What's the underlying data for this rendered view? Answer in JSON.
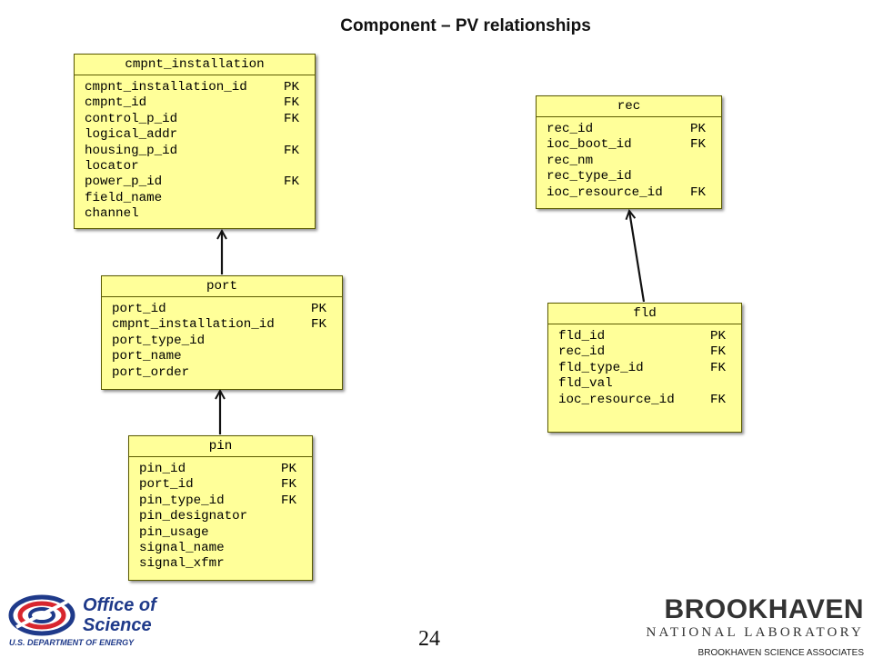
{
  "title": "Component – PV relationships",
  "entities": {
    "cmpnt_installation": {
      "name": "cmpnt_installation",
      "fields": [
        {
          "name": "cmpnt_installation_id",
          "key": "PK"
        },
        {
          "name": "cmpnt_id",
          "key": "FK"
        },
        {
          "name": "control_p_id",
          "key": "FK"
        },
        {
          "name": "logical_addr",
          "key": ""
        },
        {
          "name": "housing_p_id",
          "key": "FK"
        },
        {
          "name": "locator",
          "key": ""
        },
        {
          "name": "power_p_id",
          "key": "FK"
        },
        {
          "name": "field_name",
          "key": ""
        },
        {
          "name": "channel",
          "key": ""
        }
      ]
    },
    "port": {
      "name": "port",
      "fields": [
        {
          "name": "port_id",
          "key": "PK"
        },
        {
          "name": "cmpnt_installation_id",
          "key": "FK"
        },
        {
          "name": "port_type_id",
          "key": ""
        },
        {
          "name": "port_name",
          "key": ""
        },
        {
          "name": "port_order",
          "key": ""
        }
      ]
    },
    "pin": {
      "name": "pin",
      "fields": [
        {
          "name": "pin_id",
          "key": "PK"
        },
        {
          "name": "port_id",
          "key": "FK"
        },
        {
          "name": "pin_type_id",
          "key": "FK"
        },
        {
          "name": "pin_designator",
          "key": ""
        },
        {
          "name": "pin_usage",
          "key": ""
        },
        {
          "name": "signal_name",
          "key": ""
        },
        {
          "name": "signal_xfmr",
          "key": ""
        }
      ]
    },
    "rec": {
      "name": "rec",
      "fields": [
        {
          "name": "rec_id",
          "key": "PK"
        },
        {
          "name": "ioc_boot_id",
          "key": "FK"
        },
        {
          "name": "rec_nm",
          "key": ""
        },
        {
          "name": "rec_type_id",
          "key": ""
        },
        {
          "name": "ioc_resource_id",
          "key": "FK"
        }
      ]
    },
    "fld": {
      "name": "fld",
      "fields": [
        {
          "name": "fld_id",
          "key": "PK"
        },
        {
          "name": "rec_id",
          "key": "FK"
        },
        {
          "name": "fld_type_id",
          "key": "FK"
        },
        {
          "name": "fld_val",
          "key": ""
        },
        {
          "name": "ioc_resource_id",
          "key": "FK"
        }
      ]
    }
  },
  "footer": {
    "doe_line1": "Office of",
    "doe_line2": "Science",
    "doe_sub": "U.S. DEPARTMENT OF ENERGY",
    "bnl_name": "BROOKHAVEN",
    "bnl_sub": "NATIONAL LABORATORY",
    "bnl_assoc": "BROOKHAVEN SCIENCE ASSOCIATES",
    "page_number": "24"
  },
  "colors": {
    "entity_fill": "#ffff99",
    "doe_blue": "#1f3a8a",
    "doe_red": "#d8262e"
  }
}
